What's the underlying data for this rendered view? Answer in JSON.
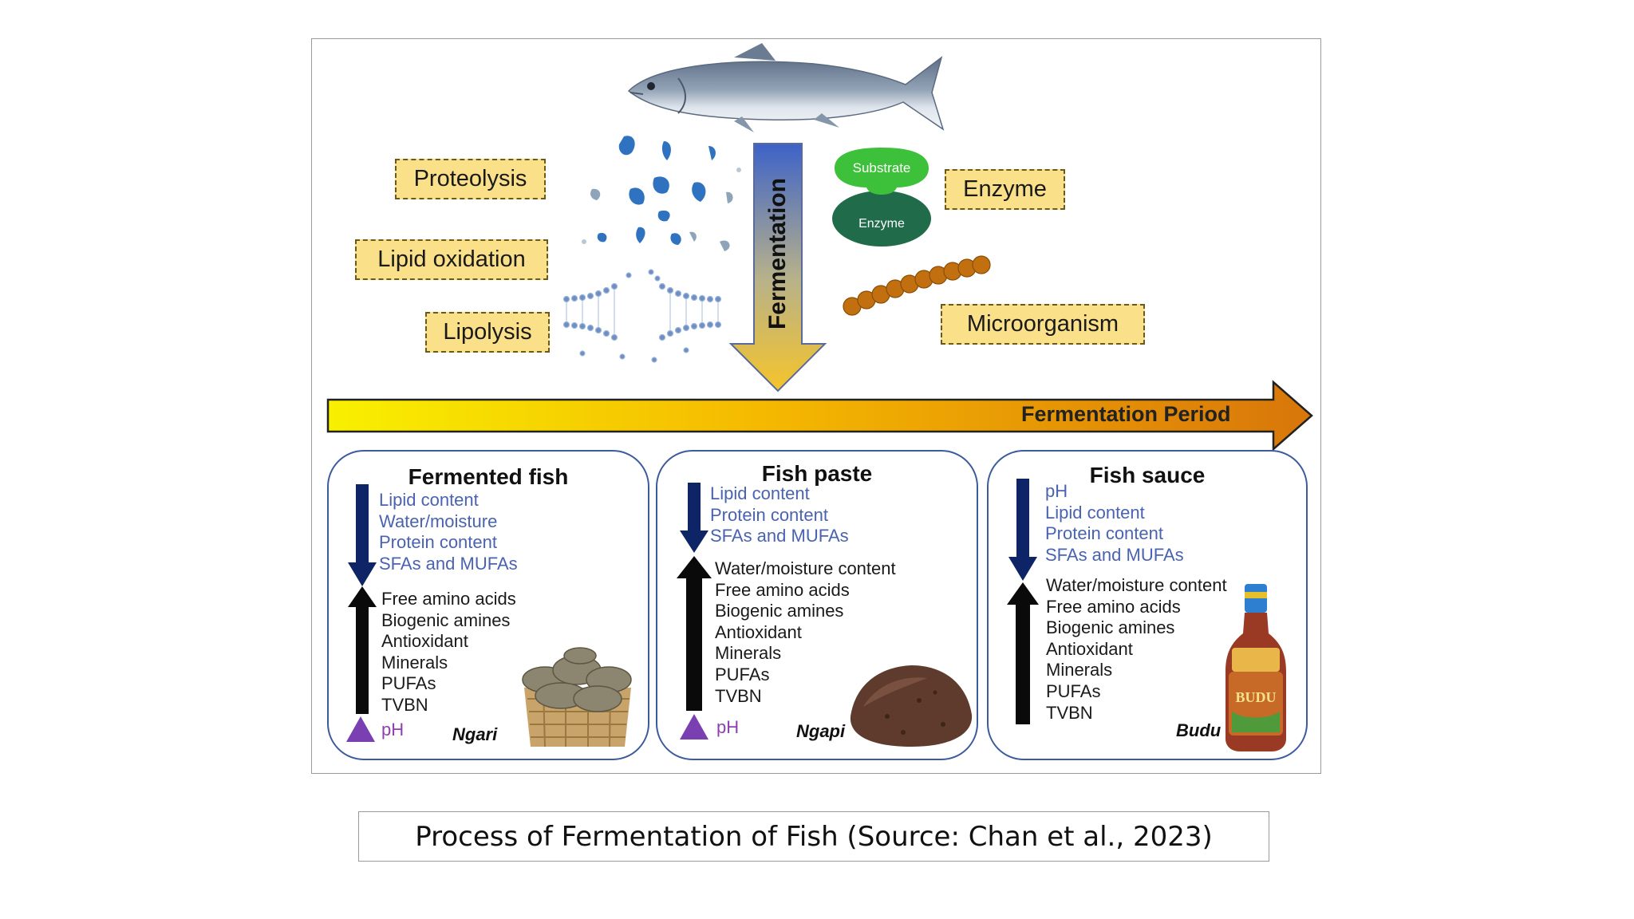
{
  "labels": {
    "proteolysis": "Proteolysis",
    "lipid_oxidation": "Lipid oxidation",
    "lipolysis": "Lipolysis",
    "enzyme": "Enzyme",
    "microorganism": "Microorganism",
    "fermentation": "Fermentation",
    "fermentation_period": "Fermentation Period",
    "substrate_icon_text": "Substrate",
    "enzyme_icon_text": "Enzyme"
  },
  "products": [
    {
      "title": "Fermented fish",
      "decrease": [
        "Lipid content",
        "Water/moisture",
        "Protein content",
        "SFAs and MUFAs"
      ],
      "increase": [
        "Free amino acids",
        "Biogenic amines",
        "Antioxidant",
        "Minerals",
        "PUFAs",
        "TVBN"
      ],
      "ph_label": "pH",
      "example": "Ngari"
    },
    {
      "title": "Fish paste",
      "decrease": [
        "Lipid content",
        "Protein content",
        "SFAs and MUFAs"
      ],
      "increase": [
        "Water/moisture  content",
        "Free amino acids",
        "Biogenic amines",
        "Antioxidant",
        "Minerals",
        "PUFAs",
        "TVBN"
      ],
      "ph_label": "pH",
      "example": "Ngapi"
    },
    {
      "title": "Fish sauce",
      "decrease": [
        "pH",
        "Lipid content",
        "Protein content",
        "SFAs and MUFAs"
      ],
      "increase": [
        "Water/moisture  content",
        "Free amino acids",
        "Biogenic amines",
        "Antioxidant",
        "Minerals",
        "PUFAs",
        "TVBN"
      ],
      "example": "Budu",
      "bottle_text": "BUDU"
    }
  ],
  "caption": "Process of Fermentation of Fish (Source: Chan et al., 2023)",
  "colors": {
    "label_fill": "#fbe08a",
    "box_border": "#3c5a9c",
    "down_arrow": "#0d2466",
    "up_arrow": "#0a0a0a",
    "ph_triangle": "#7a3fb0",
    "decrease_text": "#4a63b0"
  }
}
